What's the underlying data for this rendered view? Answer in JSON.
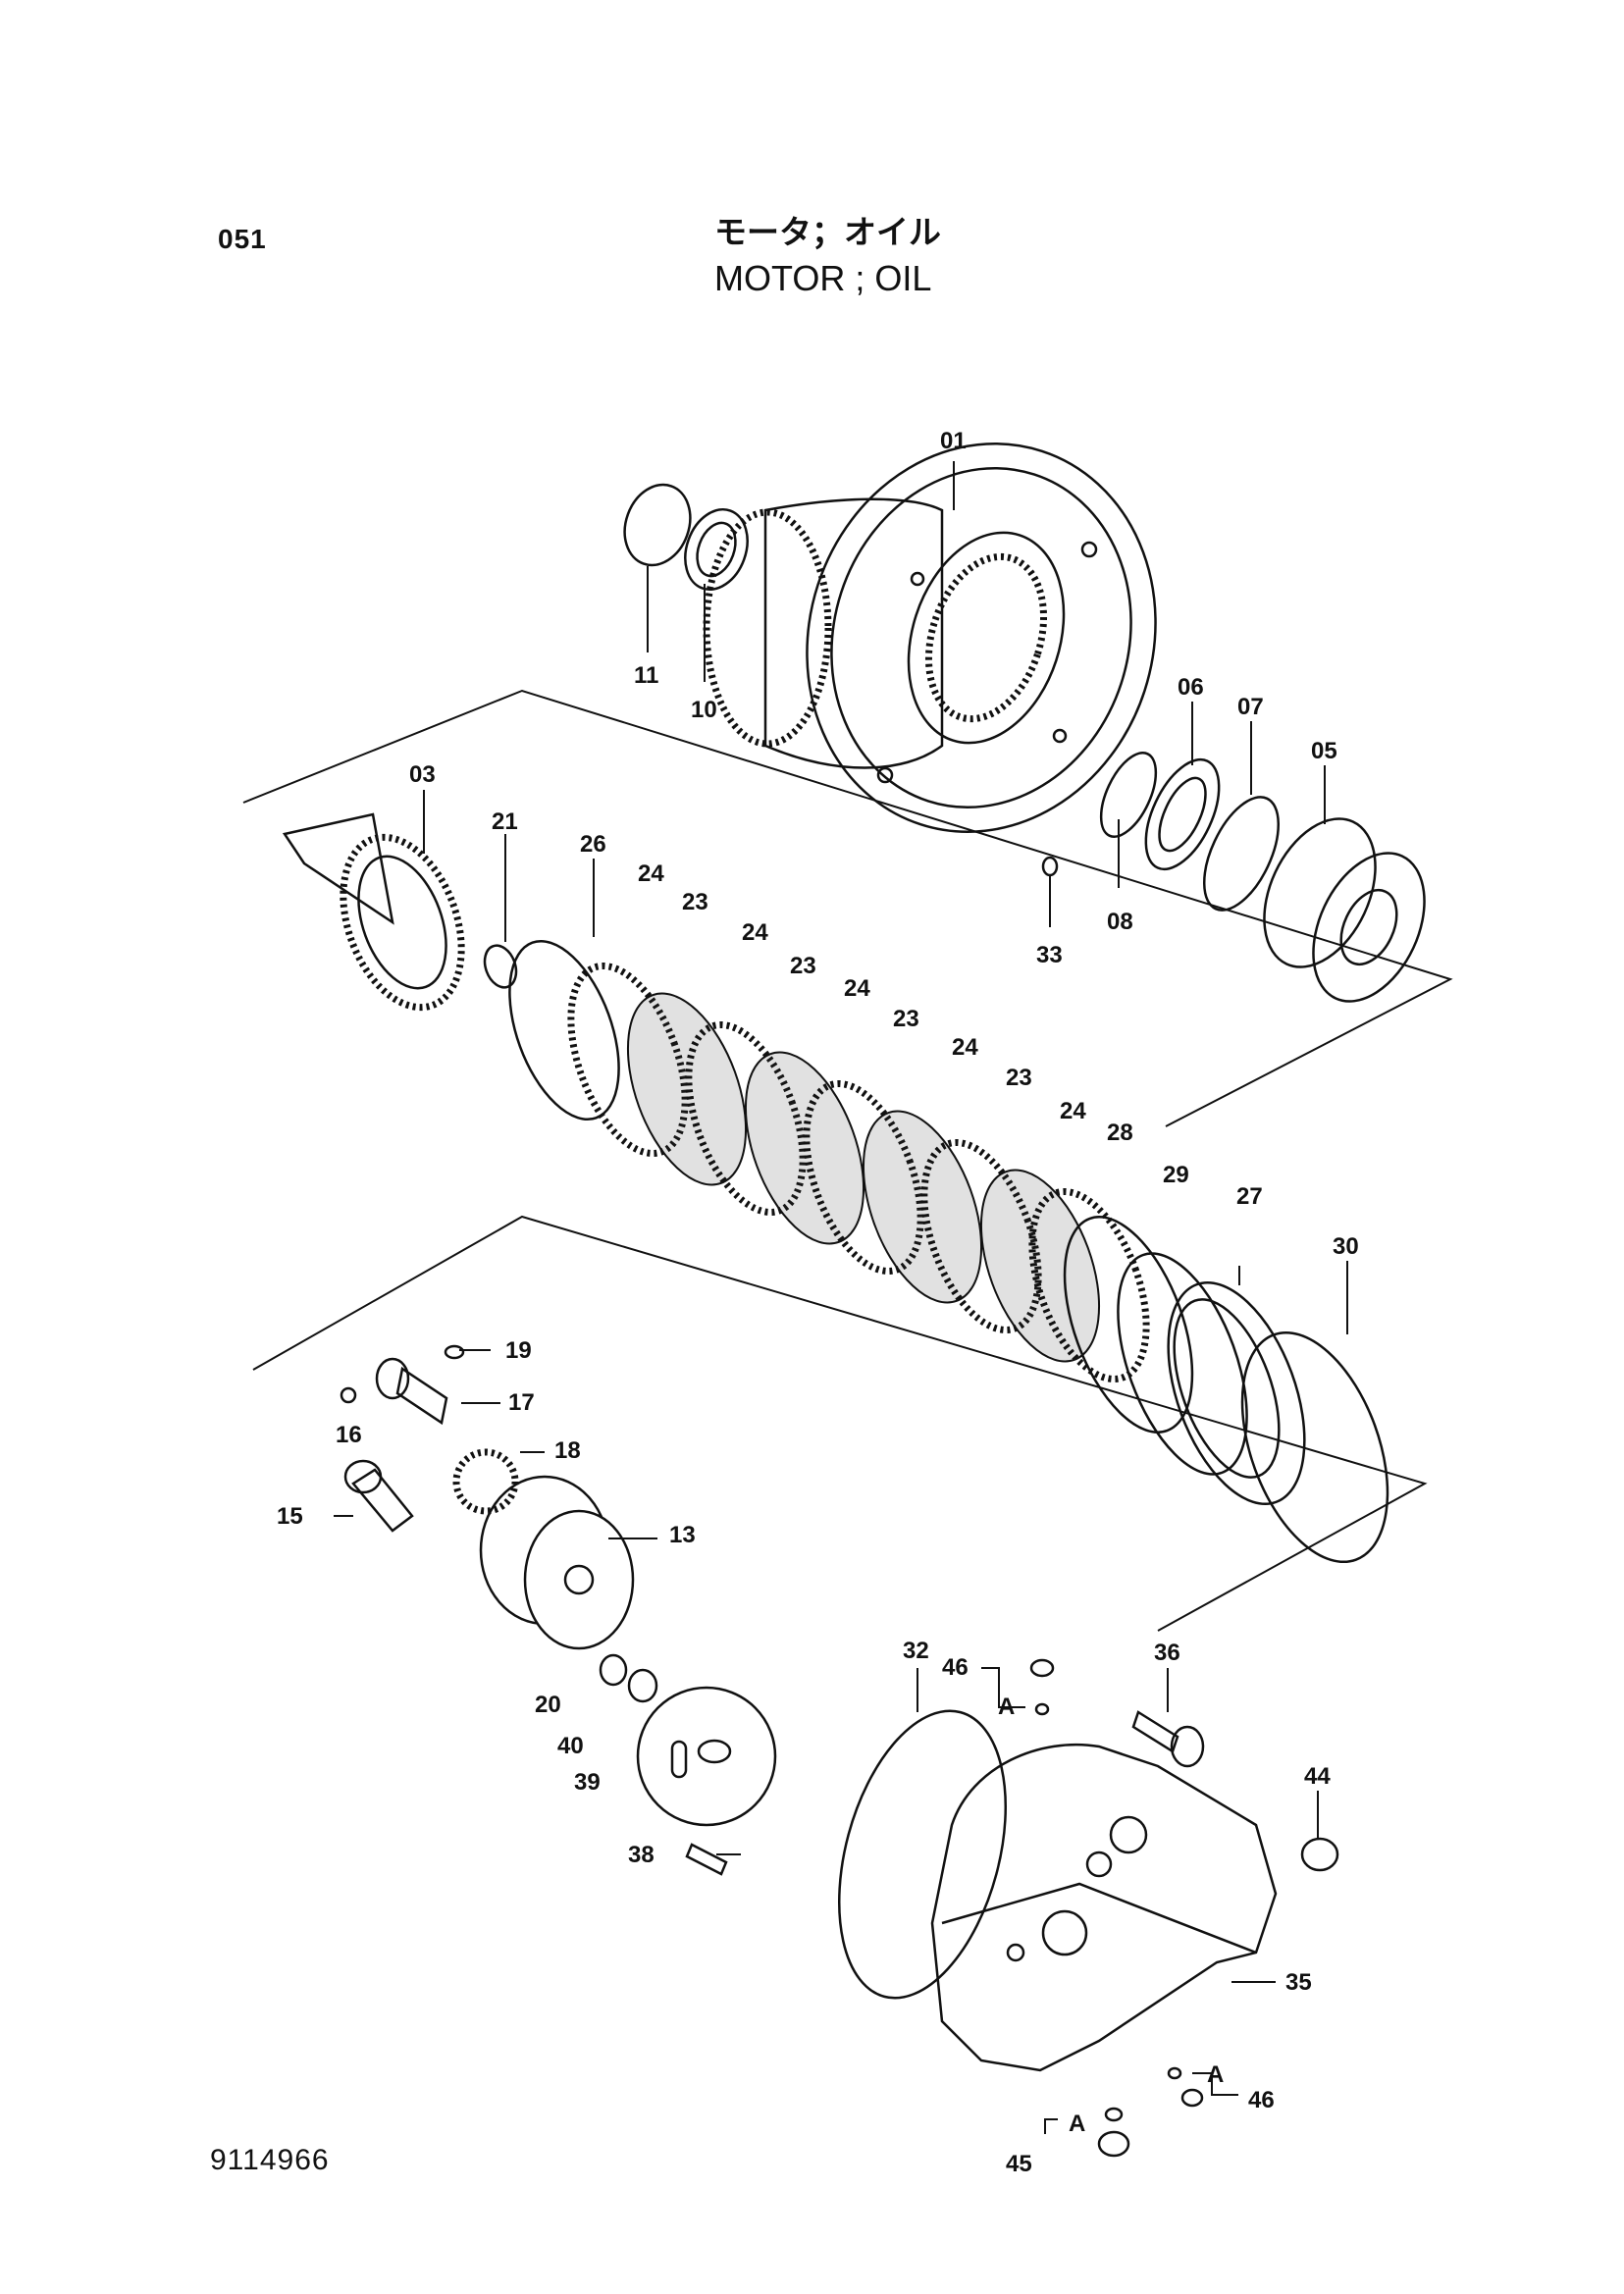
{
  "page_code": "051",
  "title_jp": "モータ；オイル",
  "title_en": "MOTOR ; OIL",
  "document_number": "9114966",
  "parts": {
    "p01": "01",
    "p03": "03",
    "p05": "05",
    "p06": "06",
    "p07": "07",
    "p08": "08",
    "p10": "10",
    "p11": "11",
    "p13": "13",
    "p15": "15",
    "p16": "16",
    "p17": "17",
    "p18": "18",
    "p19": "19",
    "p20": "20",
    "p21": "21",
    "p23": "23",
    "p24": "24",
    "p26": "26",
    "p27": "27",
    "p28": "28",
    "p29": "29",
    "p30": "30",
    "p32": "32",
    "p33": "33",
    "p35": "35",
    "p36": "36",
    "p38": "38",
    "p39": "39",
    "p40": "40",
    "p44": "44",
    "p45": "45",
    "p46": "46"
  },
  "ref_mark": "A"
}
